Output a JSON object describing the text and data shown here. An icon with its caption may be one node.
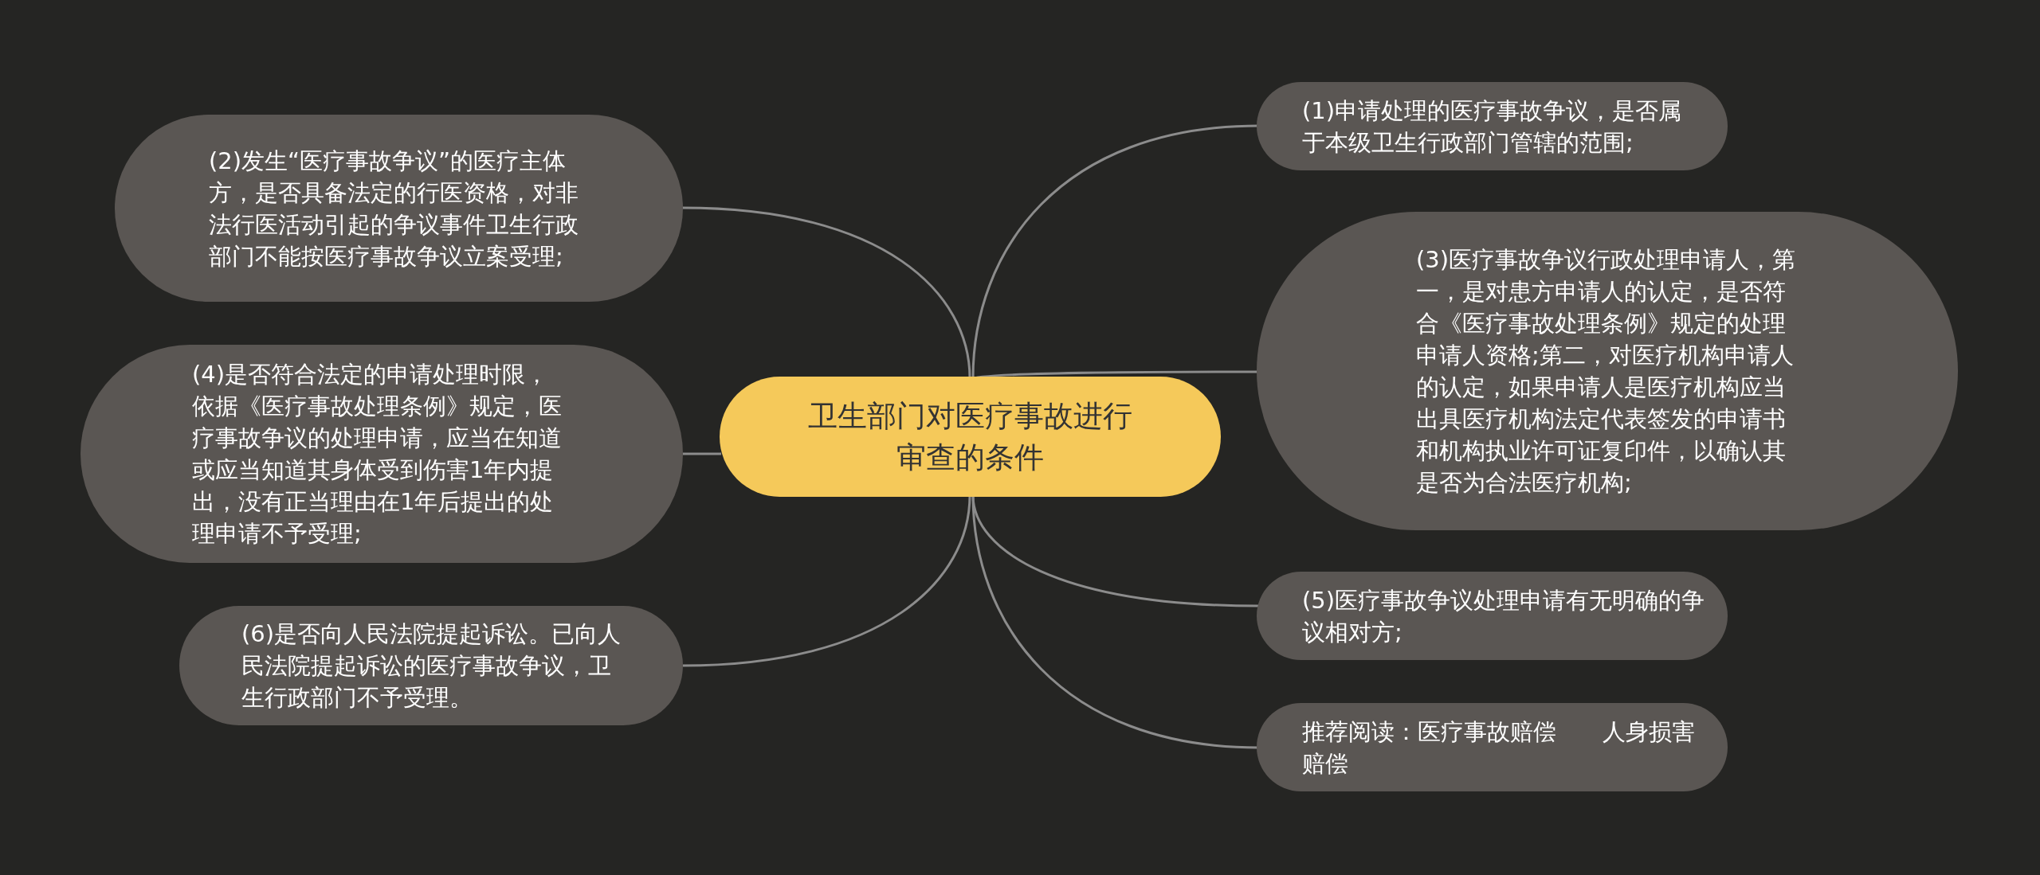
{
  "diagram": {
    "nodes": [
      {
        "text": [
          "卫生部门对医疗事故进行审查的条件"
        ]
      },
      {
        "text": [
          "(2)发生“医疗事故争议”的医疗主体方，是否具备法定的行医资格，对非法行医活动引起的争议事件卫生行政部门不能按医疗事故争议立案受理;"
        ]
      },
      {
        "text": [
          "(4)是否符合法定的申请处理时限，依据《医疗事故处理条例》规定，医疗事故争议的处理申请，应当在知道或应当知道其身体受到伤害1年内提出，没有正当理由在1年后提出的处理申请不予受理;"
        ]
      },
      {
        "text": [
          "(6)是否向人民法院提起诉讼。已向人民法院提起诉讼的医疗事故争议，卫生行政部门不予受理。"
        ]
      },
      {
        "text": [
          "(1)申请处理的医疗事故争议，是否属于本级卫生行政部门管辖的范围;"
        ]
      },
      {
        "text": [
          "(3)医疗事故争议行政处理申请人，第一，是对患方申请人的认定，是否符合《医疗事故处理条例》规定的处理申请人资格;第二，对医疗机构申请人的认定，如果申请人是医疗机构应当出具医疗机构法定代表签发的申请书和机构执业许可证复印件，以确认其是否为合法医疗机构;"
        ]
      },
      {
        "text": [
          "(5)医疗事故争议处理申请有无明确的争议相对方;"
        ]
      },
      {
        "text": [
          "推荐阅读：医疗事故赔偿　　人身损害赔偿"
        ]
      }
    ],
    "edges": [
      {
        "from": 0,
        "to": 1,
        "arrow": "none"
      },
      {
        "from": 0,
        "to": 2,
        "arrow": "none"
      },
      {
        "from": 0,
        "to": 3,
        "arrow": "none"
      },
      {
        "from": 0,
        "to": 4,
        "arrow": "none"
      },
      {
        "from": 0,
        "to": 5,
        "arrow": "none"
      },
      {
        "from": 0,
        "to": 6,
        "arrow": "none"
      },
      {
        "from": 0,
        "to": 7,
        "arrow": "none"
      }
    ]
  }
}
